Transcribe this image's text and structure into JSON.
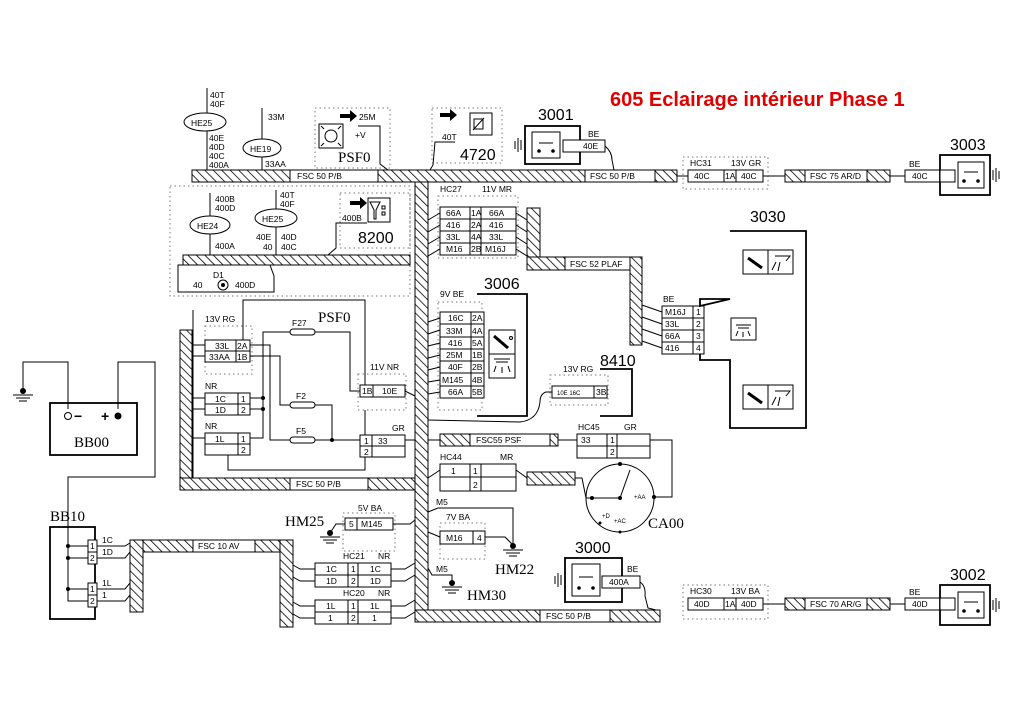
{
  "title": "605  Eclairage intérieur Phase 1",
  "colors": {
    "title": "#e00000",
    "lines": "#000000"
  },
  "harness": {
    "top_left": "FSC 50 P/B",
    "top_right": "FSC 50 P/B",
    "psf0": "FSC 50 P/B",
    "bottom": "FSC 50 P/B",
    "plaf": "FSC 52 PLAF",
    "psf": "FSC55 PSF",
    "av": "FSC 10 AV",
    "ard": "FSC 75 AR/D",
    "arg": "FSC 70 AR/G"
  },
  "he25a": {
    "label": "HE25",
    "above": [
      "40T",
      "40F"
    ],
    "below": [
      "40E",
      "40D",
      "40C",
      "400A"
    ]
  },
  "he19": {
    "label": "HE19",
    "above": "33M",
    "below": "33AA"
  },
  "he24": {
    "label": "HE24",
    "above": [
      "400B",
      "400D"
    ],
    "below": "400A"
  },
  "he25b": {
    "label": "HE25",
    "above": [
      "40T",
      "40F"
    ],
    "below_left": [
      "40E",
      "40"
    ],
    "below_right": [
      "40D",
      "40C"
    ]
  },
  "psf0_top": {
    "label": "PSF0",
    "wire": "25M",
    "voltage": "+V"
  },
  "c4720": {
    "label": "4720",
    "wire": "40T"
  },
  "c8200": {
    "label": "8200",
    "wire": "400B"
  },
  "d1": {
    "label": "D1",
    "left": "40",
    "right": "400D"
  },
  "c3001": {
    "label": "3001",
    "color": "BE",
    "wire": "40E"
  },
  "hc31": {
    "label": "HC31",
    "spec": "13V GR",
    "left": "40C",
    "pin": "1A",
    "right": "40C"
  },
  "c3003": {
    "label": "3003",
    "color": "BE",
    "wire": "40C"
  },
  "hc27": {
    "label": "HC27",
    "spec": "11V MR",
    "rows": [
      [
        "66A",
        "1A",
        "66A"
      ],
      [
        "416",
        "2A",
        "416"
      ],
      [
        "33L",
        "4A",
        "33L"
      ],
      [
        "M16",
        "2B",
        "M16J"
      ]
    ]
  },
  "c3030": {
    "label": "3030",
    "color": "BE",
    "rows": [
      [
        "M16J",
        "1"
      ],
      [
        "33L",
        "2"
      ],
      [
        "66A",
        "3"
      ],
      [
        "416",
        "4"
      ]
    ]
  },
  "c3006": {
    "label": "3006",
    "spec": "9V BE",
    "rows": [
      [
        "16C",
        "2A"
      ],
      [
        "33M",
        "4A"
      ],
      [
        "416",
        "5A"
      ],
      [
        "25M",
        "1B"
      ],
      [
        "40F",
        "2B"
      ],
      [
        "M145",
        "4B"
      ],
      [
        "66A",
        "5B"
      ]
    ]
  },
  "c8410": {
    "label": "8410",
    "spec": "13V RG",
    "wires": "10E 16C",
    "pin": "3B"
  },
  "psf0": {
    "label": "PSF0",
    "c13v": {
      "spec": "13V RG",
      "rows": [
        [
          "33L",
          "2A"
        ],
        [
          "33AA",
          "1B"
        ]
      ]
    },
    "nr1": {
      "color": "NR",
      "rows": [
        [
          "1C",
          "1"
        ],
        [
          "1D",
          "2"
        ]
      ]
    },
    "nr2": {
      "color": "NR",
      "rows": [
        [
          "1L",
          "1"
        ],
        [
          "",
          "2"
        ]
      ]
    },
    "fuses": [
      "F27",
      "F2",
      "F5"
    ],
    "c11v": {
      "spec": "11V NR",
      "pin": "1B",
      "wire": "10E"
    },
    "gr": {
      "color": "GR",
      "rows": [
        [
          "1",
          "33"
        ],
        [
          "2",
          ""
        ]
      ]
    }
  },
  "hc45": {
    "label": "HC45",
    "color": "GR",
    "rows": [
      [
        "33",
        "1"
      ],
      [
        "",
        "2"
      ]
    ]
  },
  "hc44": {
    "label": "HC44",
    "color": "MR",
    "rows": [
      [
        "1",
        "1"
      ],
      [
        "",
        "2"
      ]
    ]
  },
  "ca00": {
    "label": "CA00",
    "pins": [
      "+AA",
      "+D",
      "+AC"
    ]
  },
  "m5a": "M5",
  "c7v": {
    "spec": "7V BA",
    "wire": "M16",
    "pin": "4"
  },
  "hm22": "HM22",
  "m5b": "M5",
  "hm30": "HM30",
  "c3000": {
    "label": "3000",
    "color": "BE",
    "wire": "400A"
  },
  "hc30": {
    "label": "HC30",
    "spec": "13V BA",
    "left": "40D",
    "pin": "1A",
    "right": "40D"
  },
  "c3002": {
    "label": "3002",
    "color": "BE",
    "wire": "40D"
  },
  "hm25": "HM25",
  "c5v": {
    "spec": "5V BA",
    "pin": "5",
    "wire": "M145"
  },
  "hc21": {
    "label": "HC21",
    "color": "NR",
    "rows": [
      [
        "1C",
        "1",
        "1C"
      ],
      [
        "1D",
        "2",
        "1D"
      ]
    ]
  },
  "hc20": {
    "label": "HC20",
    "color": "NR",
    "rows": [
      [
        "1L",
        "1",
        "1L"
      ],
      [
        "1",
        "2",
        "1"
      ]
    ]
  },
  "bb00": {
    "label": "BB00",
    "minus": "−",
    "plus": "+"
  },
  "bb10": {
    "label": "BB10",
    "pins": [
      "1",
      "2",
      "1",
      "2"
    ],
    "wires": [
      "1C",
      "1D",
      "1L",
      "1"
    ]
  }
}
